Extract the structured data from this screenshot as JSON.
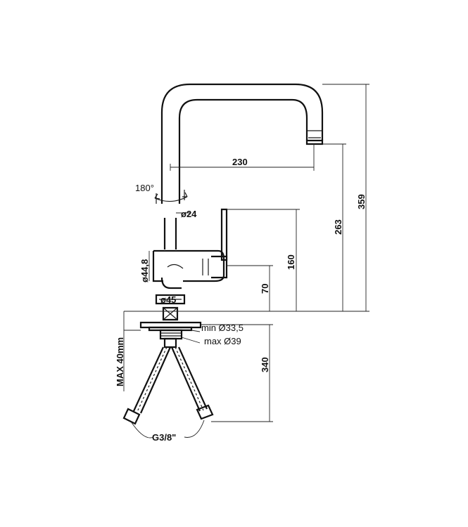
{
  "dimensions": {
    "spout_reach": "230",
    "total_height": "359",
    "spout_height": "263",
    "lever_height": "160",
    "body_height": "70",
    "below_deck": "340",
    "rotation": "180°",
    "spout_diameter": "ø24",
    "body_diameter": "ø44,8",
    "base_diameter": "ø45",
    "hole_min": "min Ø33,5",
    "hole_max": "max Ø39",
    "deck_thickness": "MAX 40mm",
    "hose_thread": "G3/8\""
  }
}
